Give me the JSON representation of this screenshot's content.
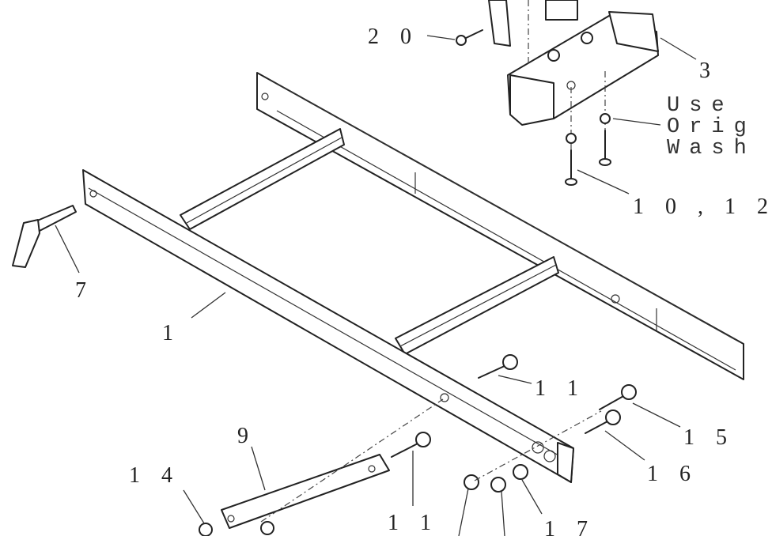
{
  "diagram": {
    "type": "exploded parts diagram",
    "callouts": {
      "c20": "2 0",
      "c3": "3",
      "note_line1": "Use",
      "note_line2": "Orig",
      "note_line3": "Wash",
      "c10_12": "1 0 , 1 2",
      "c7": "7",
      "c1": "1",
      "c11_upper": "1 1",
      "c15": "1 5",
      "c16": "1 6",
      "c9": "9",
      "c14": "1 4",
      "c11_lower": "1 1",
      "c17": "1 7"
    }
  }
}
